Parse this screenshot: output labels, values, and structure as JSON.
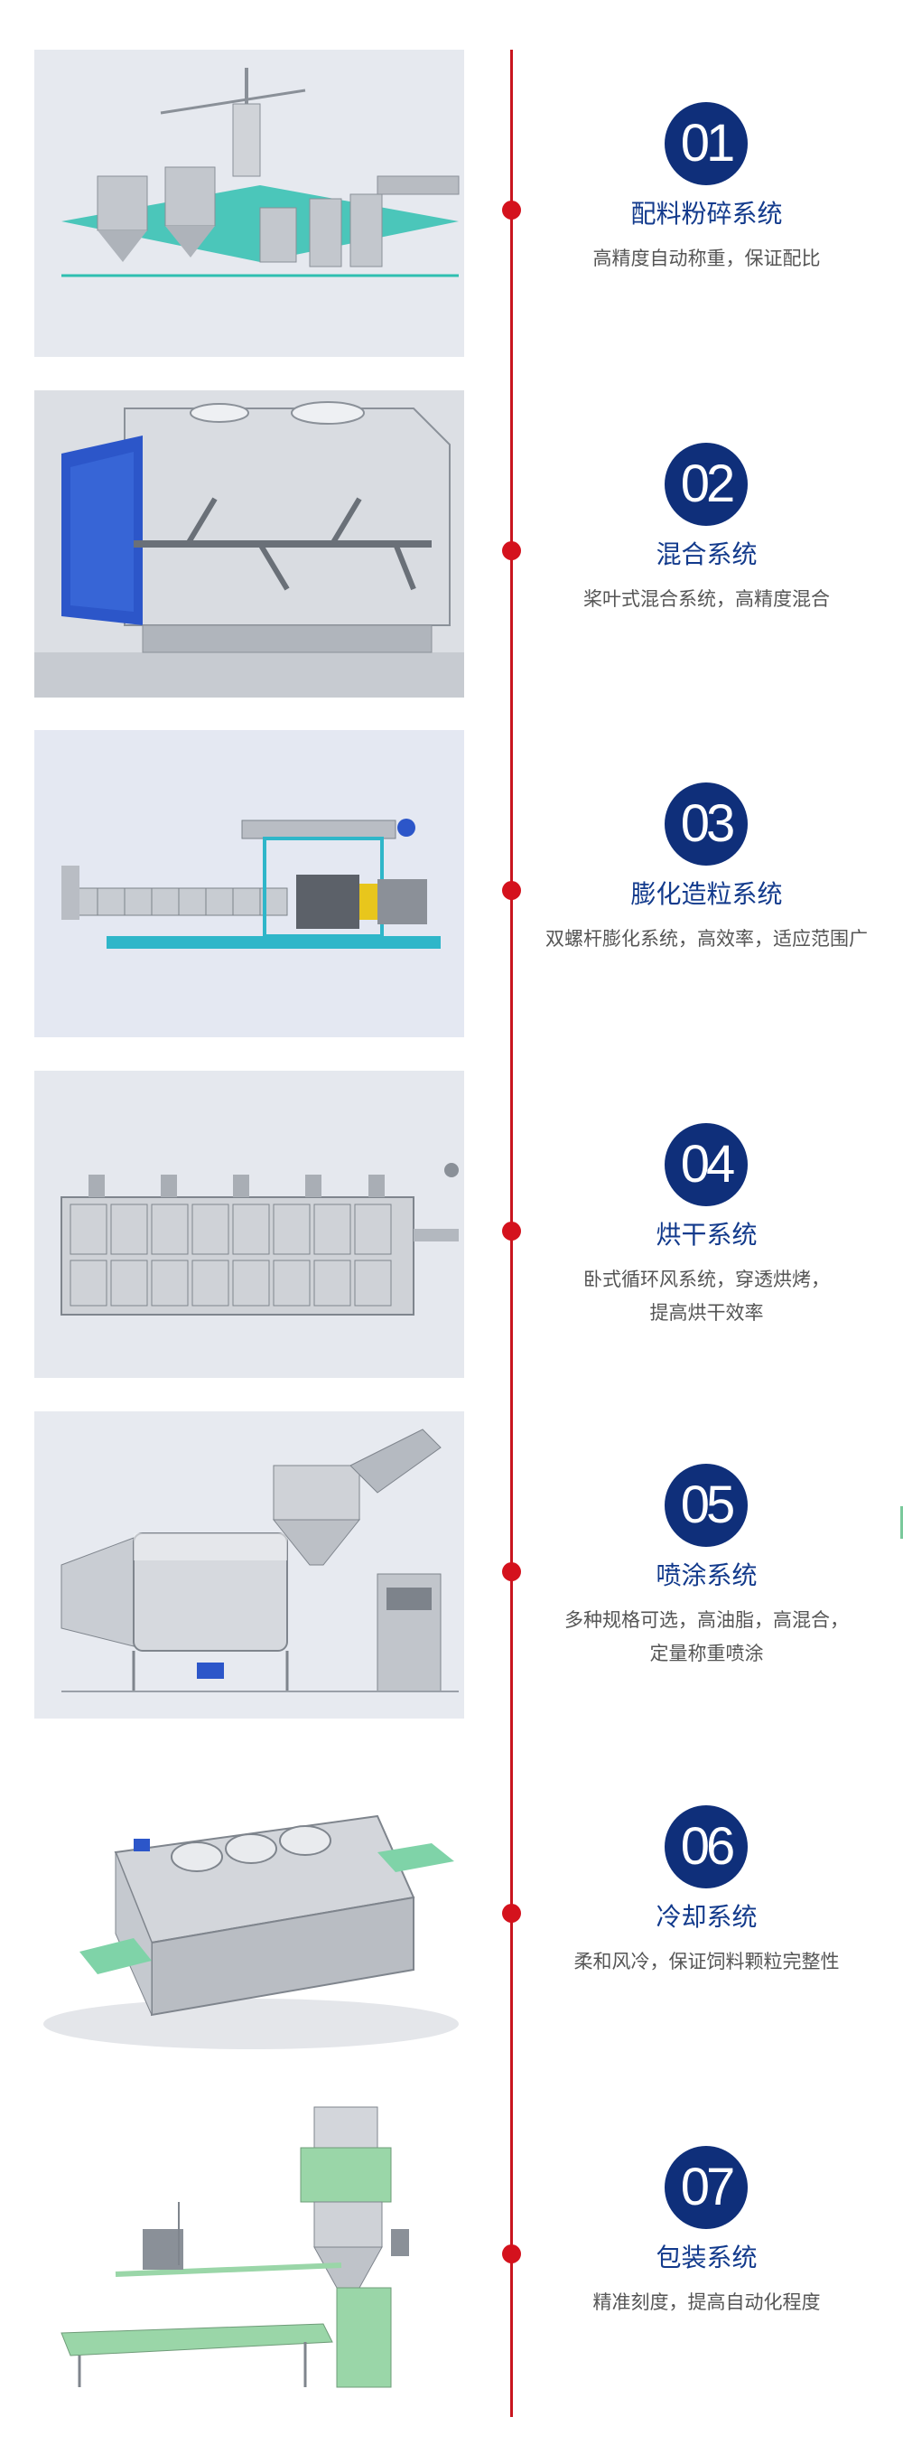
{
  "steps": [
    {
      "number": "01",
      "title": "配料粉碎系统",
      "desc": [
        "高精度自动称重，保证配比"
      ]
    },
    {
      "number": "02",
      "title": "混合系统",
      "desc": [
        "桨叶式混合系统，高精度混合"
      ]
    },
    {
      "number": "03",
      "title": "膨化造粒系统",
      "desc": [
        "双螺杆膨化系统，高效率，适应范围广"
      ]
    },
    {
      "number": "04",
      "title": "烘干系统",
      "desc": [
        "卧式循环风系统，穿透烘烤，",
        "提高烘干效率"
      ]
    },
    {
      "number": "05",
      "title": "喷涂系统",
      "desc": [
        "多种规格可选，高油脂，高混合，",
        "定量称重喷涂"
      ]
    },
    {
      "number": "06",
      "title": "冷却系统",
      "desc": [
        "柔和风冷，保证饲料颗粒完整性"
      ]
    },
    {
      "number": "07",
      "title": "包装系统",
      "desc": [
        "精准刻度，提高自动化程度"
      ]
    }
  ],
  "colors": {
    "accent_red": "#d4121d",
    "badge_blue": "#0f2f7a",
    "title_blue": "#123a8c"
  },
  "icons": [
    "batching-crushing-machine-image",
    "mixer-machine-image",
    "extruder-machine-image",
    "dryer-machine-image",
    "coating-machine-image",
    "cooler-machine-image",
    "packing-machine-image"
  ]
}
